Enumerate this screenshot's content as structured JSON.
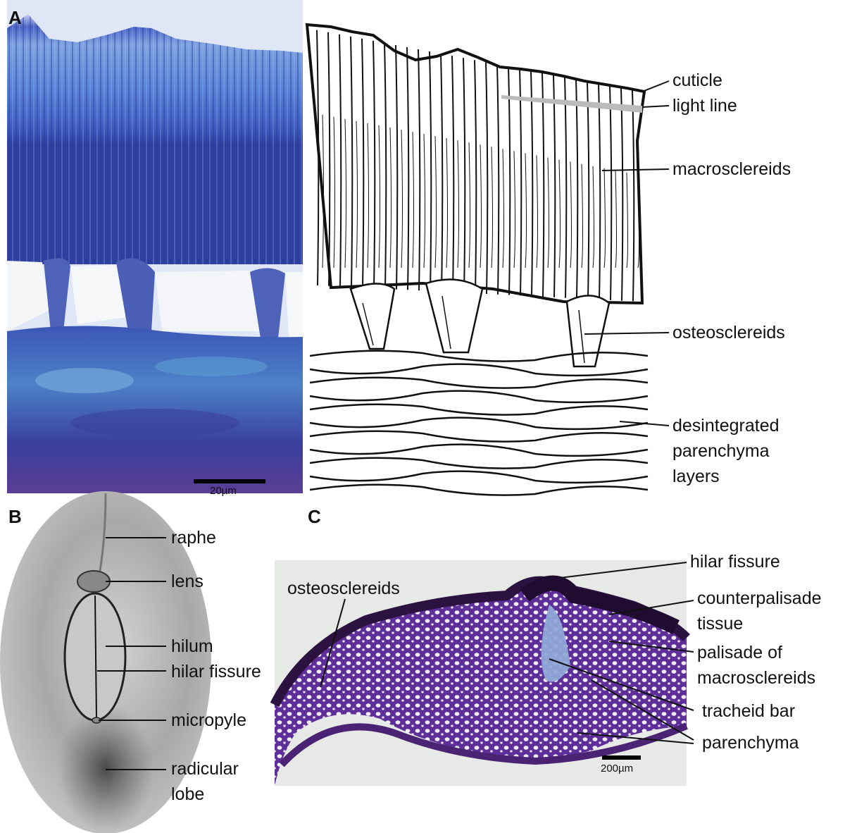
{
  "panels": {
    "a": "A",
    "b": "B",
    "c": "C"
  },
  "panel_a": {
    "scale_bar": "20µm",
    "labels": {
      "cuticle": "cuticle",
      "light_line": "light line",
      "macrosclereids": "macrosclereids",
      "osteosclereids": "osteosclereids",
      "parenchyma_1": "desintegrated",
      "parenchyma_2": "parenchyma",
      "parenchyma_3": "layers"
    }
  },
  "panel_b": {
    "labels": {
      "raphe": "raphe",
      "lens": "lens",
      "hilum": "hilum",
      "hilar_fissure": "hilar fissure",
      "micropyle": "micropyle",
      "radicular_1": "radicular",
      "radicular_2": "lobe"
    }
  },
  "panel_c": {
    "scale_bar": "200µm",
    "labels": {
      "osteosclereids": "osteosclereids",
      "hilar_fissure": "hilar fissure",
      "counterpalisade_1": "counterpalisade",
      "counterpalisade_2": "tissue",
      "palisade_1": "palisade of",
      "palisade_2": "macrosclereids",
      "tracheid_bar": "tracheid bar",
      "parenchyma": "parenchyma"
    }
  },
  "colors": {
    "stain_blue": "#3f62c0",
    "stain_purple": "#4a2a86",
    "seed_grey": "#9c9c9c"
  }
}
